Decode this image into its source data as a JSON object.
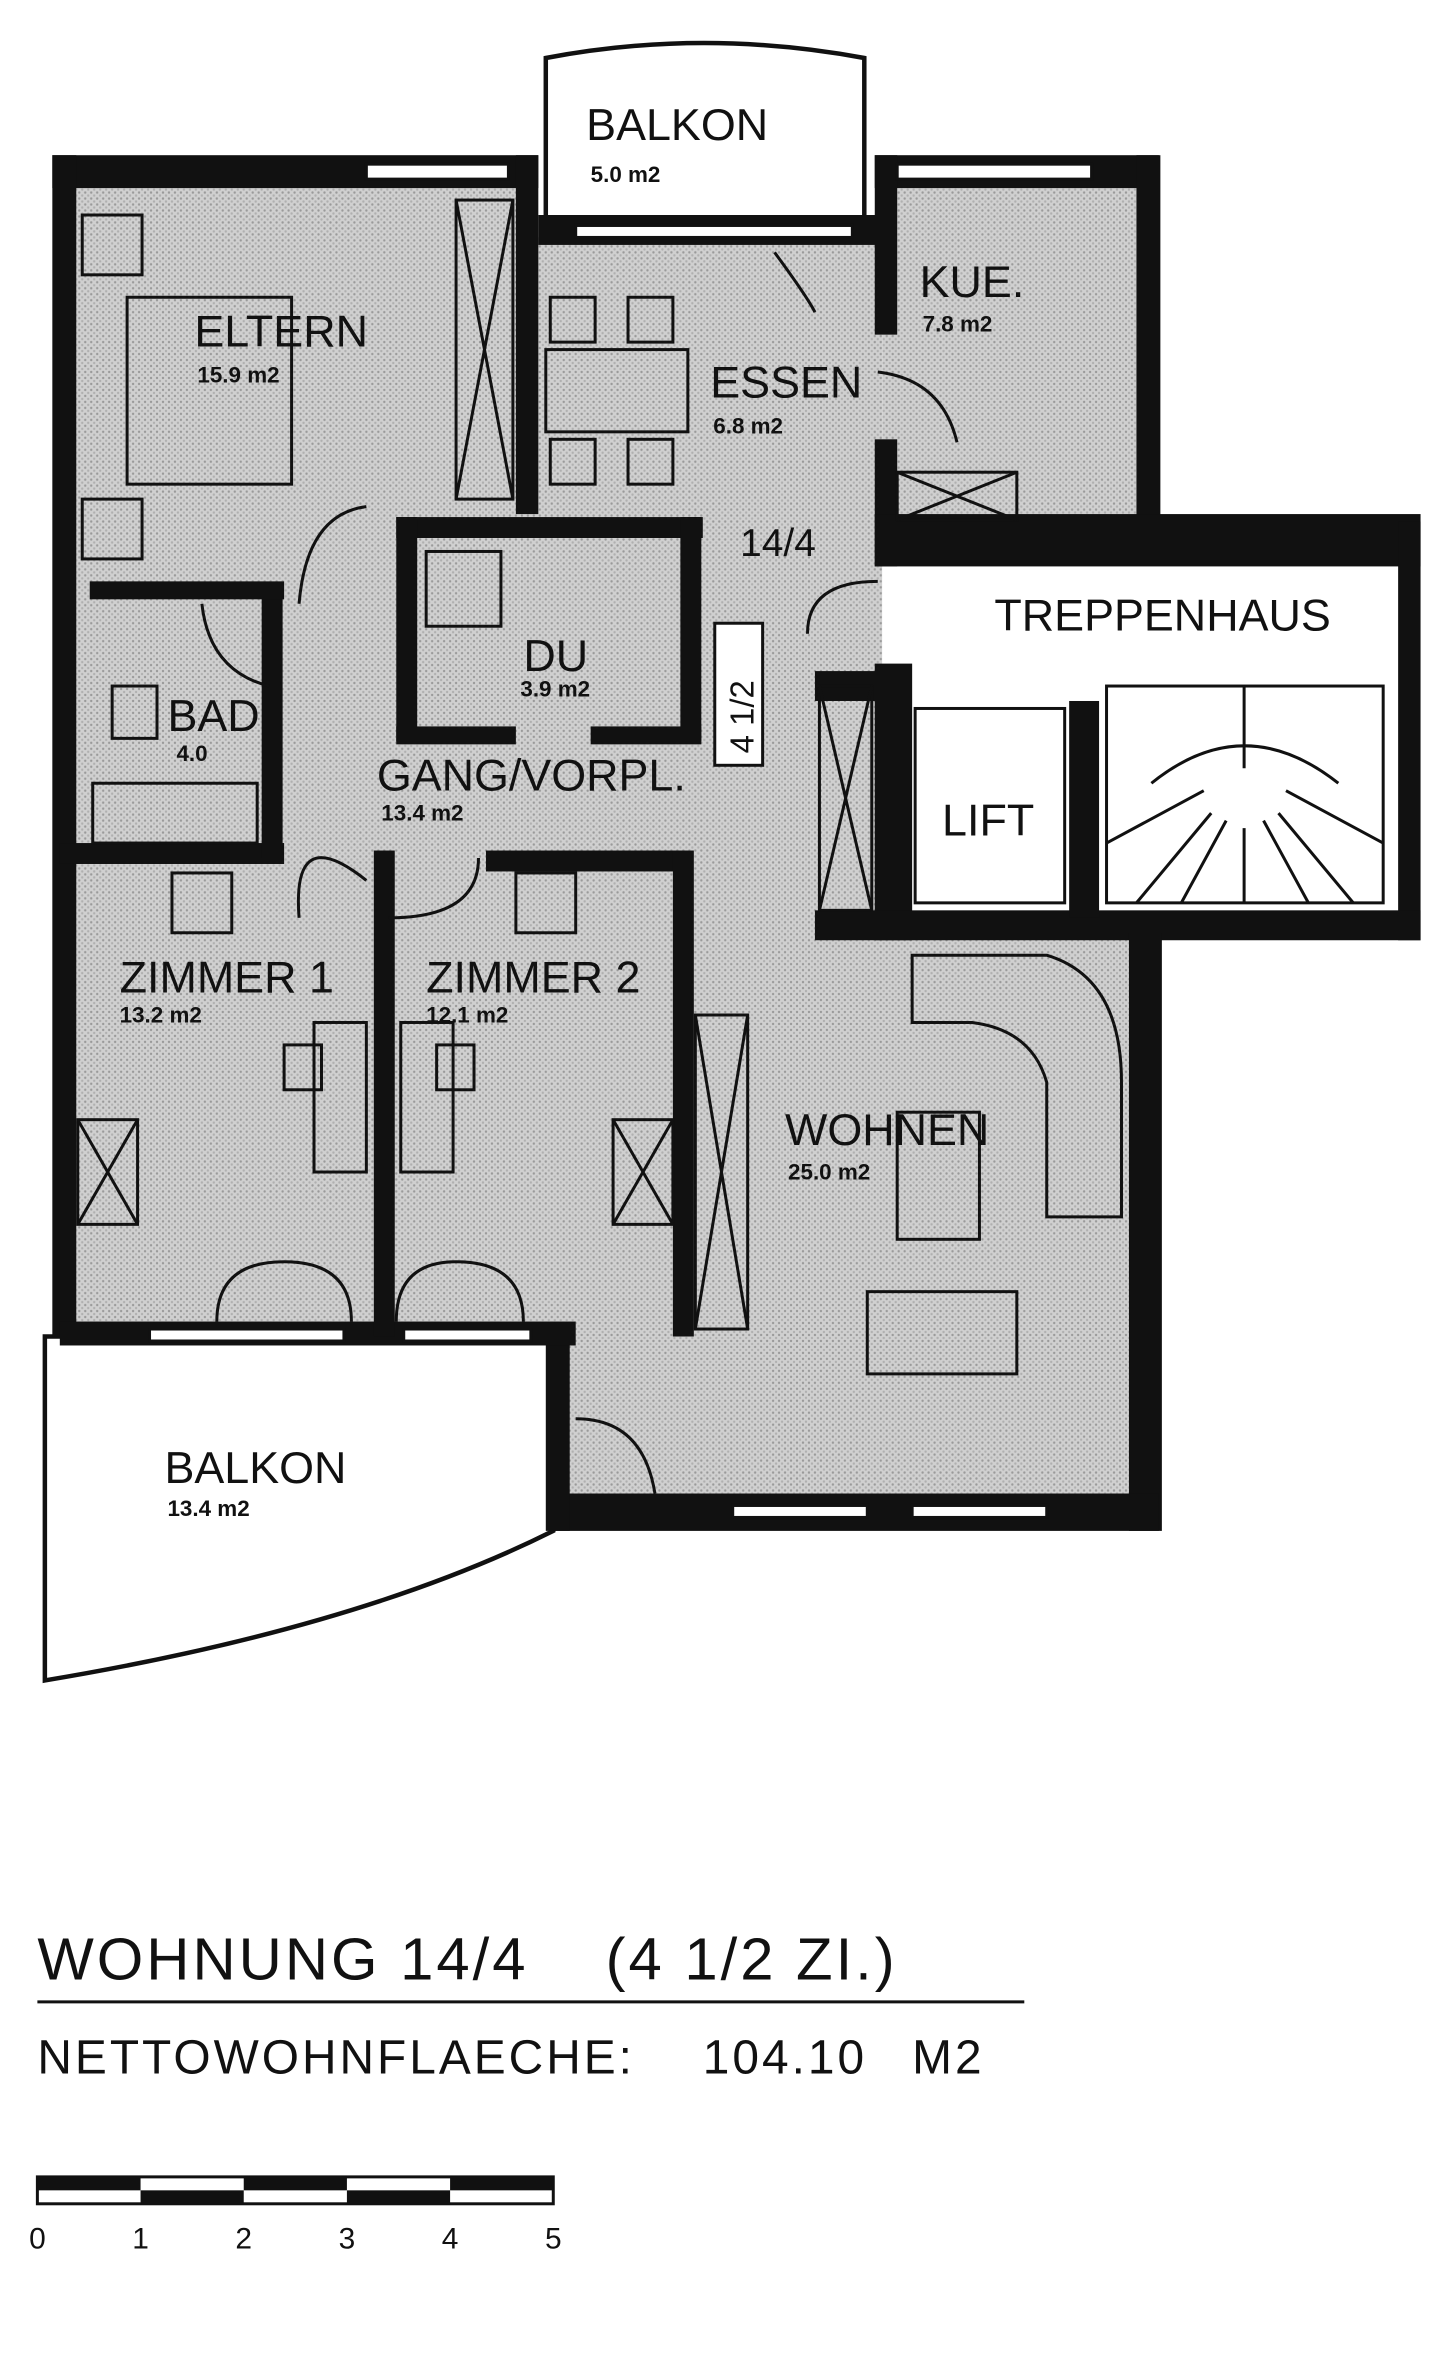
{
  "rooms": {
    "balkon_top": {
      "name": "BALKON",
      "area": "5.0 m2"
    },
    "eltern": {
      "name": "ELTERN",
      "area": "15.9 m2"
    },
    "essen": {
      "name": "ESSEN",
      "area": "6.8 m2"
    },
    "kue": {
      "name": "KUE.",
      "area": "7.8 m2"
    },
    "unit_label": "14/4",
    "unit_tag": "4 1/2",
    "treppenhaus": {
      "name": "TREPPENHAUS"
    },
    "lift": {
      "name": "LIFT"
    },
    "du": {
      "name": "DU",
      "area": "3.9 m2"
    },
    "bad": {
      "name": "BAD",
      "area": "4.0"
    },
    "gang": {
      "name": "GANG/VORPL.",
      "area": "13.4 m2"
    },
    "zimmer1": {
      "name": "ZIMMER 1",
      "area": "13.2 m2"
    },
    "zimmer2": {
      "name": "ZIMMER 2",
      "area": "12.1 m2"
    },
    "wohnen": {
      "name": "WOHNEN",
      "area": "25.0 m2"
    },
    "balkon_bottom": {
      "name": "BALKON",
      "area": "13.4 m2"
    }
  },
  "legend": {
    "title_left": "WOHNUNG 14/4",
    "title_right": "(4 1/2 ZI.)",
    "area_label": "NETTOWOHNFLAECHE:",
    "area_value": "104.10",
    "area_unit": "M2"
  },
  "scale": {
    "ticks": [
      "0",
      "1",
      "2",
      "3",
      "4",
      "5"
    ],
    "unit_max": 5
  }
}
